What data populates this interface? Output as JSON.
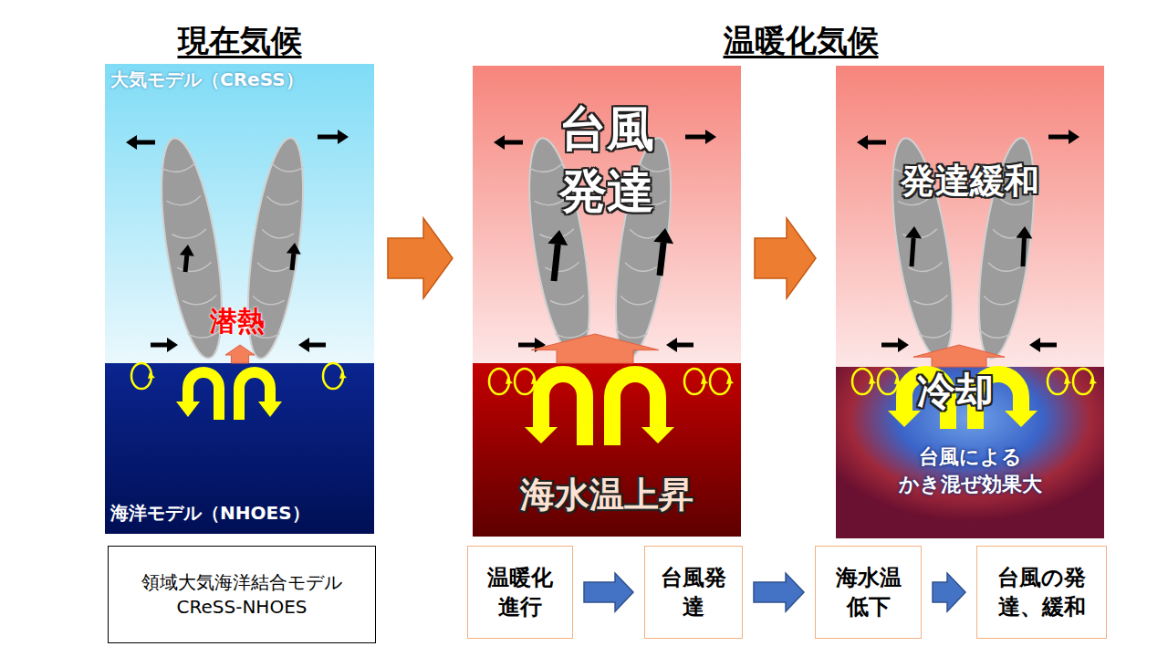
{
  "diagram": {
    "nodes": [
      {
        "text": [
          "現在気候",
          "大気モデル（CReSS）",
          "潜熱",
          "海洋モデル（NHOES）"
        ]
      },
      {
        "text": [
          "台風 発達",
          "海水温上昇"
        ]
      },
      {
        "text": [
          "発達緩和",
          "冷却",
          "台風による かき混ぜ効果大"
        ]
      },
      {
        "text": [
          "領域大気海洋結合モデル CReSS-NHOES"
        ]
      },
      {
        "text": [
          "温暖化 進行"
        ]
      },
      {
        "text": [
          "台風発 達"
        ]
      },
      {
        "text": [
          "海水温 低下"
        ]
      },
      {
        "text": [
          "台風の発 達、緩和"
        ]
      }
    ],
    "edges": [
      {
        "from": 0,
        "to": 1,
        "arrow": "to"
      },
      {
        "from": 1,
        "to": 2,
        "arrow": "to"
      },
      {
        "from": 4,
        "to": 5,
        "arrow": "to"
      },
      {
        "from": 5,
        "to": 6,
        "arrow": "to"
      },
      {
        "from": 6,
        "to": 7,
        "arrow": "to"
      }
    ],
    "labels": [
      "温暖化気候"
    ]
  }
}
